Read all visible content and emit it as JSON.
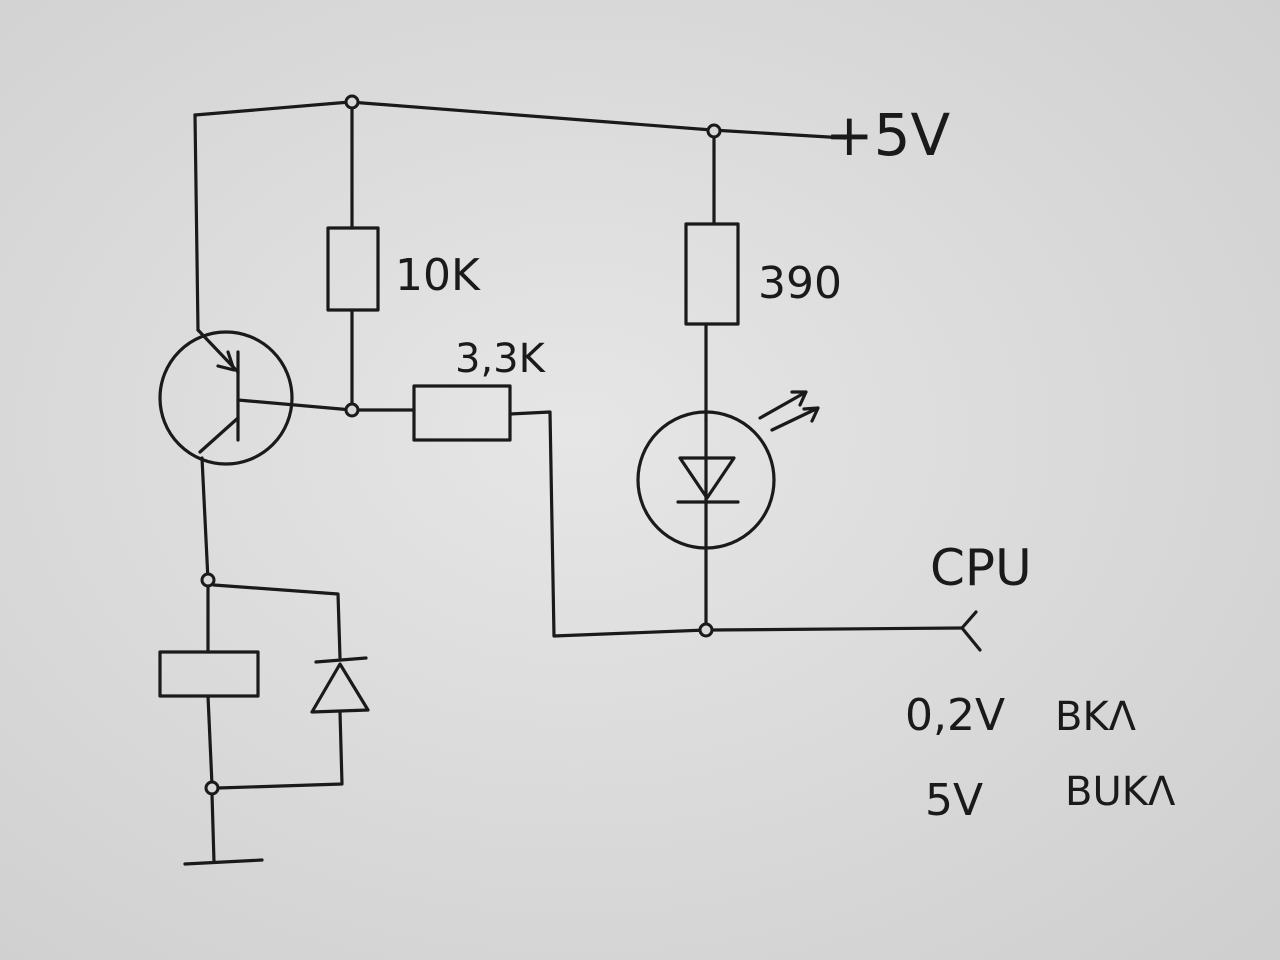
{
  "supply_label": "+5V",
  "resistors": [
    {
      "id": "r1",
      "label": "10K"
    },
    {
      "id": "r2",
      "label": "3,3K"
    },
    {
      "id": "r3",
      "label": "390"
    }
  ],
  "output_label": "CPU",
  "notes": [
    {
      "voltage": "0,2V",
      "state": "BKΛ"
    },
    {
      "voltage": "5V",
      "state": "BUKΛ"
    }
  ],
  "colors": {
    "ink": "#1a1a1a",
    "paper": "#dcdcdc"
  }
}
